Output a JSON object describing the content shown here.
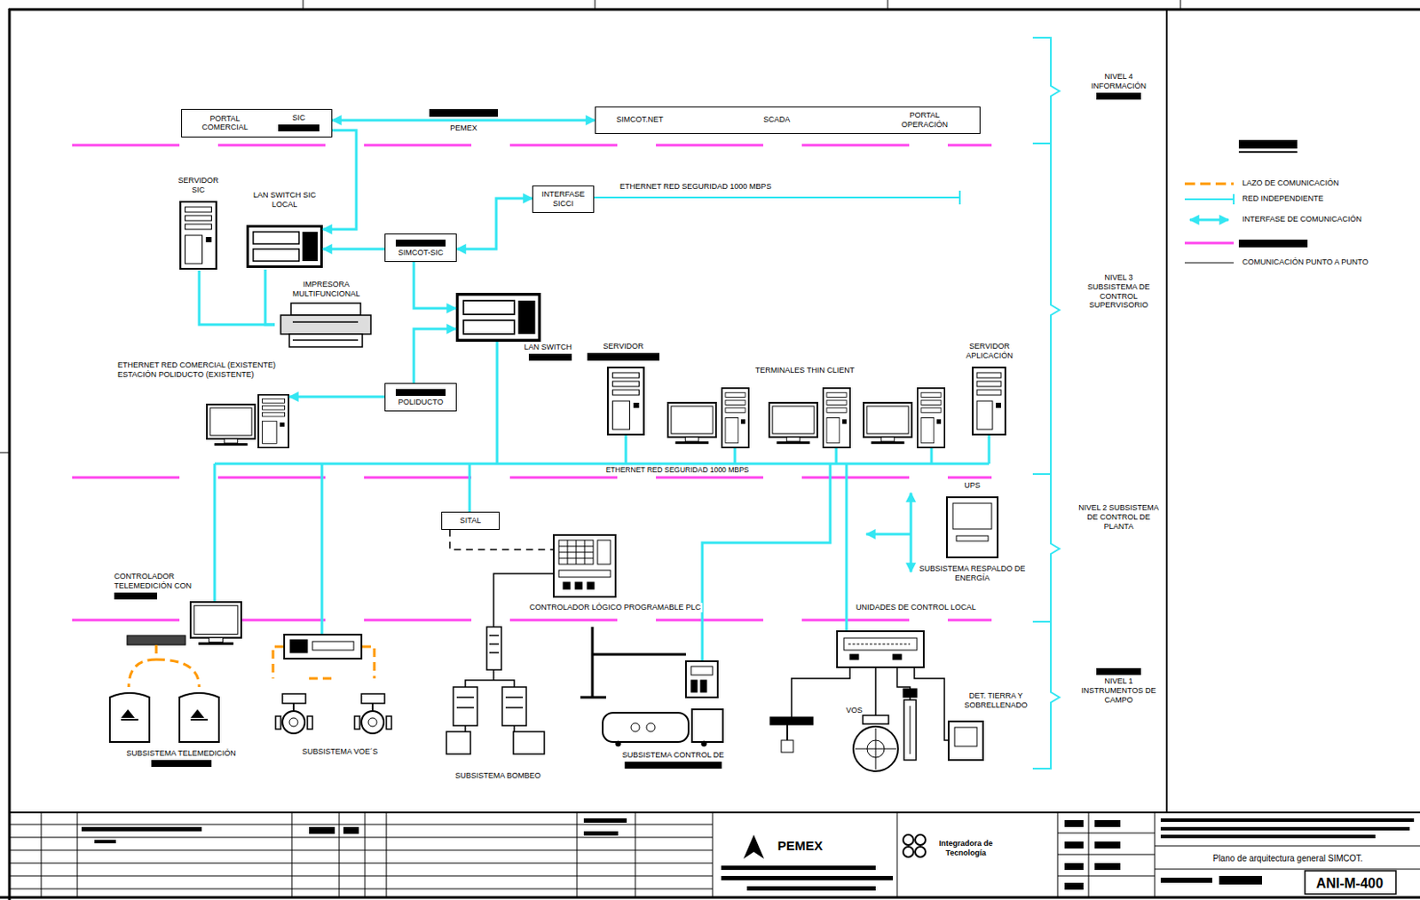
{
  "diagram": {
    "nodes": [
      {
        "text": [
          "PORTAL COMERCIAL",
          "SIC"
        ]
      },
      {
        "text": [
          "SIMCOT.NET",
          "SCADA",
          "PORTAL OPERACIÓN"
        ]
      },
      {
        "text": [
          "INTERFASE SICCI"
        ]
      },
      {
        "text": [
          "SERVIDOR SIC"
        ]
      },
      {
        "text": [
          "LAN SWITCH SIC LOCAL"
        ]
      },
      {
        "text": [
          "SIMCOT-SIC"
        ]
      },
      {
        "text": [
          "IMPRESORA MULTIFUNCIONAL"
        ]
      },
      {
        "text": [
          "LAN SWITCH"
        ]
      },
      {
        "text": [
          "ETHERNET RED COMERCIAL (EXISTENTE) ESTACIÓN POLIDUCTO (EXISTENTE)"
        ]
      },
      {
        "text": [
          "POLIDUCTO"
        ]
      },
      {
        "text": [
          "SERVIDOR"
        ]
      },
      {
        "text": [
          "TERMINALES THIN CLIENT"
        ]
      },
      {
        "text": [
          "SERVIDOR APLICACIÓN"
        ]
      },
      {
        "text": [
          "SITAL"
        ]
      },
      {
        "text": [
          "UPS",
          "SUBSISTEMA RESPALDO DE ENERGÍA"
        ]
      },
      {
        "text": [
          "CONTROLADOR TELEMEDICIÓN CON"
        ]
      },
      {
        "text": [
          "CONTROLADOR LÓGICO PROGRAMABLE PLC"
        ]
      },
      {
        "text": [
          "UNIDADES DE CONTROL LOCAL"
        ]
      }
    ],
    "edges": [
      {
        "from": 0,
        "to": 1,
        "arrow": "both",
        "label": "PEMEX"
      },
      {
        "from": 0,
        "to": 4,
        "arrow": "to"
      },
      {
        "from": 5,
        "to": 4,
        "arrow": "to"
      },
      {
        "from": 5,
        "to": 2,
        "arrow": "both"
      },
      {
        "from": 3,
        "to": 6,
        "arrow": "none"
      },
      {
        "from": 4,
        "to": 6,
        "arrow": "none"
      },
      {
        "from": 5,
        "to": 7,
        "arrow": "to"
      },
      {
        "from": 9,
        "to": 7,
        "arrow": "to"
      },
      {
        "from": 9,
        "to": 8,
        "arrow": "to"
      },
      {
        "from": 13,
        "to": 16,
        "arrow": "none"
      }
    ],
    "labels": [
      "ETHERNET RED SEGURIDAD 1000 MBPS",
      "ETHERNET RED SEGURIDAD 1000 MBPS",
      "SUBSISTEMA TELEMEDICIÓN",
      "SUBSISTEMA VOE´S",
      "SUBSISTEMA BOMBEO",
      "SUBSISTEMA CONTROL DE",
      "VOS",
      "DET. TIERRA Y SOBRELLENADO",
      "NIVEL 4 INFORMACIÓN",
      "NIVEL 3 SUBSISTEMA DE CONTROL SUPERVISORIO",
      "NIVEL 2 SUBSISTEMA DE CONTROL DE PLANTA",
      "NIVEL 1 INSTRUMENTOS DE CAMPO",
      "PEMEX",
      "Integradora de Tecnología",
      "Plano de arquitectura general SIMCOT.",
      "ANI-M-400"
    ],
    "legend": [
      {
        "text": "LAZO DE COMUNICACIÓN"
      },
      {
        "text": "RED INDEPENDIENTE"
      },
      {
        "text": "INTERFASE DE COMUNICACIÓN"
      },
      {
        "text": "COMUNICACIÓN PUNTO A PUNTO"
      }
    ]
  }
}
